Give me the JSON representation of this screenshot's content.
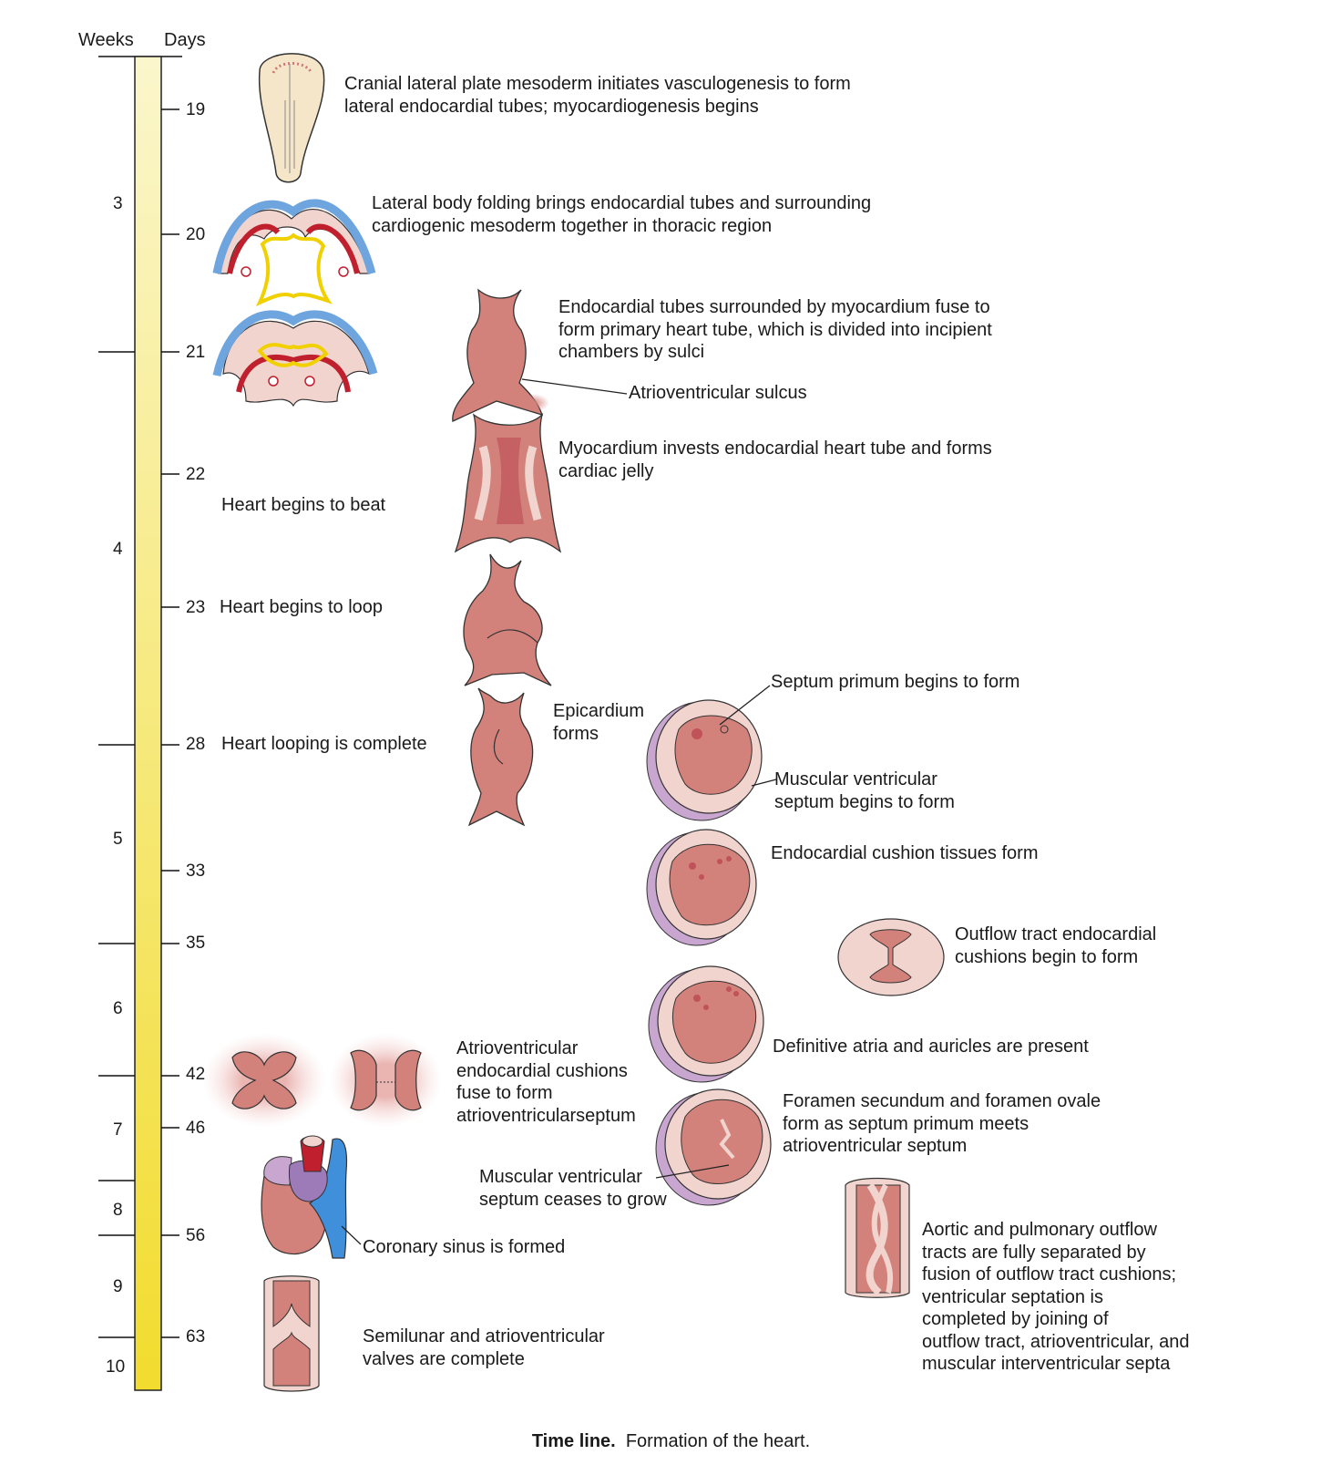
{
  "header": {
    "weeks": "Weeks",
    "days": "Days"
  },
  "weeks": [
    "3",
    "4",
    "5",
    "6",
    "7",
    "8",
    "9",
    "10"
  ],
  "days": [
    "19",
    "20",
    "21",
    "22",
    "23",
    "28",
    "33",
    "35",
    "42",
    "46",
    "56",
    "63"
  ],
  "labels": {
    "cranial": "Cranial lateral plate mesoderm initiates vasculogenesis to form\nlateral endocardial tubes; myocardiogenesis begins",
    "lateral_folding": "Lateral body folding brings endocardial tubes and surrounding\ncardiogenic mesoderm together in thoracic region",
    "fuse_tubes": "Endocardial tubes surrounded by myocardium fuse to\nform primary heart tube, which is divided into incipient\nchambers by sulci",
    "av_sulcus": "Atrioventricular sulcus",
    "myocardium_invests": "Myocardium invests endocardial heart tube and forms\ncardiac jelly",
    "beat": "Heart begins to beat",
    "loop": "Heart begins to loop",
    "septum_primum": "Septum primum begins to form",
    "epicardium": "Epicardium\nforms",
    "looping_complete": "Heart looping is complete",
    "muscular_septum_begins": "Muscular ventricular\nseptum begins to form",
    "cushion_tissues": "Endocardial cushion tissues form",
    "outflow_cushions": "Outflow tract endocardial\ncushions begin to form",
    "definitive_atria": "Definitive atria and auricles are present",
    "av_cushions_fuse": "Atrioventricular\nendocardial cushions\nfuse to form\natrioventricularseptum",
    "foramen": "Foramen secundum and foramen ovale\nform as septum primum meets\natrioventricular septum",
    "muscular_septum_ceases": "Muscular ventricular\nseptum ceases to grow",
    "coronary_sinus": "Coronary sinus is formed",
    "aortic_pulmonary": "Aortic and pulmonary outflow\ntracts are fully separated by\nfusion of outflow tract cushions;\nventricular septation is\ncompleted by joining of\noutflow tract, atrioventricular, and\nmuscular interventricular septa",
    "valves": "Semilunar and atrioventricular\nvalves are complete"
  },
  "caption": {
    "bold": "Time line.",
    "text": "Formation of the heart."
  },
  "colors": {
    "bar_top": "#fbf6cc",
    "bar_bottom": "#f2dc2e",
    "heart": "#d3827b",
    "heart_light": "#efc6c0",
    "red": "#c0202e",
    "blue": "#6fa5df",
    "yellow": "#f1d000",
    "purple": "#9c7bb8",
    "coronary_blue": "#3f8fdb"
  }
}
